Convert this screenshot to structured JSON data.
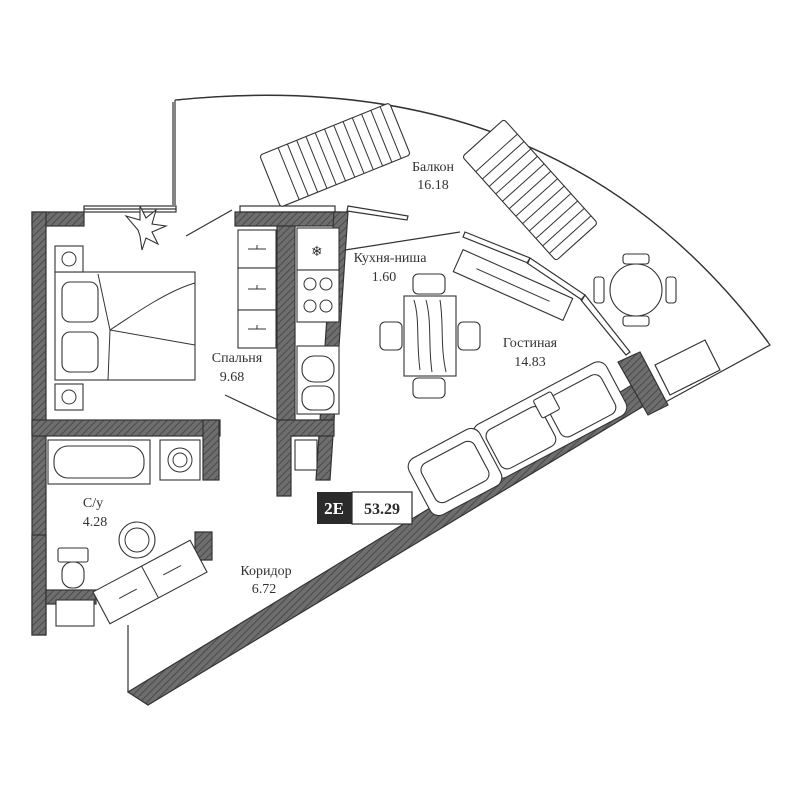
{
  "rooms": {
    "balcony": {
      "name": "Балкон",
      "area": "16.18"
    },
    "kitchen": {
      "name": "Кухня-ниша",
      "area": "1.60"
    },
    "bedroom": {
      "name": "Спальня",
      "area": "9.68"
    },
    "living": {
      "name": "Гостиная",
      "area": "14.83"
    },
    "bathroom": {
      "name": "С/у",
      "area": "4.28"
    },
    "hallway": {
      "name": "Коридор",
      "area": "6.72"
    }
  },
  "badge": {
    "type": "2E",
    "area": "53.29"
  },
  "icons": {
    "snowflake": "❄",
    "wall_color": "#555555",
    "line_color": "#333333"
  }
}
